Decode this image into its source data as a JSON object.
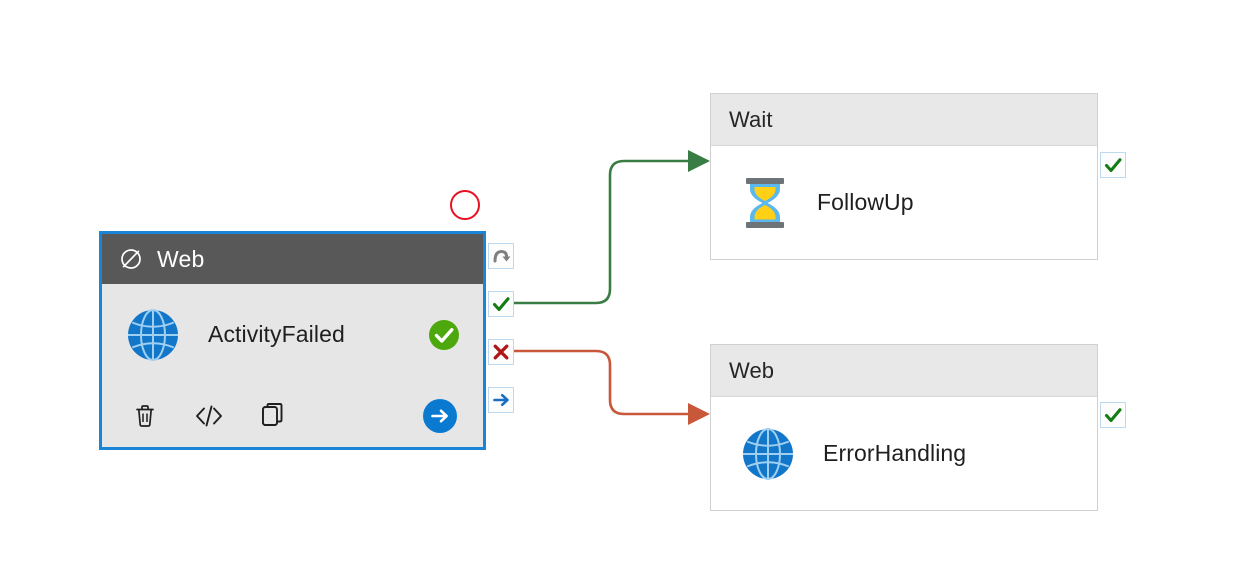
{
  "canvas": {
    "background": "#ffffff",
    "accent_selection": "#1a85d6",
    "success_color": "#3f9c1c",
    "error_color": "#c0392b",
    "flow_success_color": "#3a7d44",
    "flow_error_color": "#c9573a",
    "breakpoint_color": "#e81123"
  },
  "selected_node": {
    "header_title": "Web",
    "header_icon": "disabled-circle-slash-icon",
    "body_icon": "globe-icon",
    "body_label": "ActivityFailed",
    "status_badge": "check-circle-icon",
    "breakpoint": "breakpoint-circle",
    "toolbar": [
      {
        "name": "delete-button",
        "icon": "trash-icon",
        "label": "Delete"
      },
      {
        "name": "code-button",
        "icon": "code-icon",
        "label": "</>"
      },
      {
        "name": "duplicate-button",
        "icon": "copy-icon",
        "label": "Duplicate"
      },
      {
        "name": "go-button",
        "icon": "arrow-right-circle-icon",
        "label": "Go"
      }
    ],
    "ports": [
      {
        "name": "retry-port",
        "icon": "retry-arrow-icon",
        "type": "retry"
      },
      {
        "name": "success-port",
        "icon": "check-icon",
        "type": "success"
      },
      {
        "name": "error-port",
        "icon": "cross-icon",
        "type": "error"
      },
      {
        "name": "next-port",
        "icon": "arrow-right-icon",
        "type": "next"
      }
    ]
  },
  "nodes": [
    {
      "name": "wait-node",
      "header_title": "Wait",
      "body_icon": "hourglass-icon",
      "body_label": "FollowUp",
      "port": {
        "name": "success-port",
        "icon": "check-icon",
        "type": "success"
      }
    },
    {
      "name": "web-node",
      "header_title": "Web",
      "body_icon": "globe-icon",
      "body_label": "ErrorHandling",
      "port": {
        "name": "success-port",
        "icon": "check-icon",
        "type": "success"
      }
    }
  ],
  "connectors": [
    {
      "name": "success-connector",
      "from": "success-port",
      "to": "wait-node",
      "color": "#3a7d44"
    },
    {
      "name": "error-connector",
      "from": "error-port",
      "to": "web-node",
      "color": "#c9573a"
    }
  ]
}
